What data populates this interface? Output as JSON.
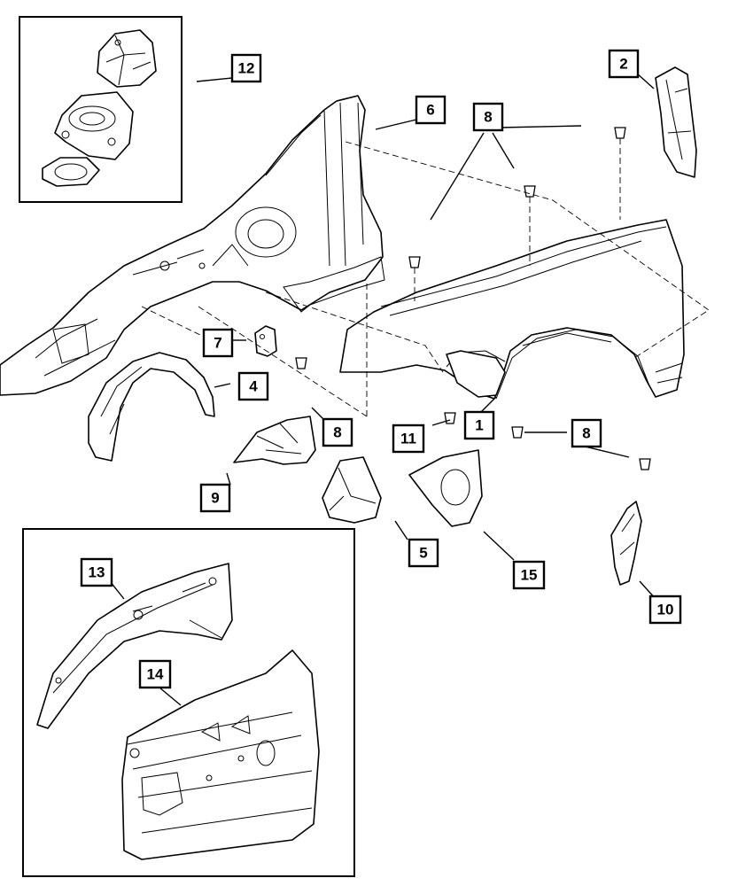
{
  "callouts": [
    {
      "id": "1",
      "label": "1"
    },
    {
      "id": "2",
      "label": "2"
    },
    {
      "id": "4",
      "label": "4"
    },
    {
      "id": "5",
      "label": "5"
    },
    {
      "id": "6",
      "label": "6"
    },
    {
      "id": "7",
      "label": "7"
    },
    {
      "id": "8a",
      "label": "8"
    },
    {
      "id": "8b",
      "label": "8"
    },
    {
      "id": "8c",
      "label": "8"
    },
    {
      "id": "9",
      "label": "9"
    },
    {
      "id": "10",
      "label": "10"
    },
    {
      "id": "11",
      "label": "11"
    },
    {
      "id": "12",
      "label": "12"
    },
    {
      "id": "13",
      "label": "13"
    },
    {
      "id": "14",
      "label": "14"
    },
    {
      "id": "15",
      "label": "15"
    }
  ]
}
